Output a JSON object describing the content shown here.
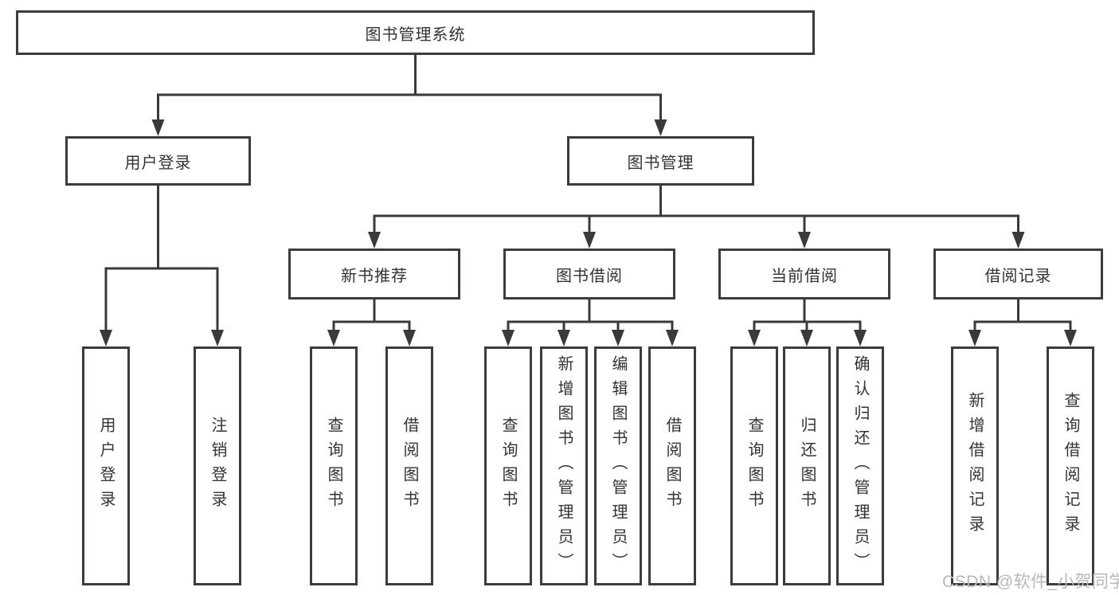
{
  "nodes": {
    "root": "图书管理系统",
    "user_login": "用户登录",
    "book_mgmt": "图书管理",
    "new_books": "新书推荐",
    "book_borrow": "图书借阅",
    "current_borrow": "当前借阅",
    "borrow_records": "借阅记录",
    "leaf_user_login": "用户登录",
    "leaf_logout": "注销登录",
    "nb_query_books": "查询图书",
    "nb_borrow_books": "借阅图书",
    "bb_query_books": "查询图书",
    "bb_add_books": "新增图书（管理员）",
    "bb_edit_books": "编辑图书（管理员）",
    "bb_borrow_books": "借阅图书",
    "cb_query_books": "查询图书",
    "cb_return_books": "归还图书",
    "cb_confirm_return": "确认归还（管理员）",
    "br_add_record": "新增借阅记录",
    "br_query_record": "查询借阅记录"
  },
  "watermark": "CSDN @软件_小贺同学",
  "colors": {
    "line": "#3a3a3a",
    "border": "#3c3c3c",
    "text": "#333333",
    "watermark": "#b9b9b9",
    "background": "#ffffff"
  }
}
